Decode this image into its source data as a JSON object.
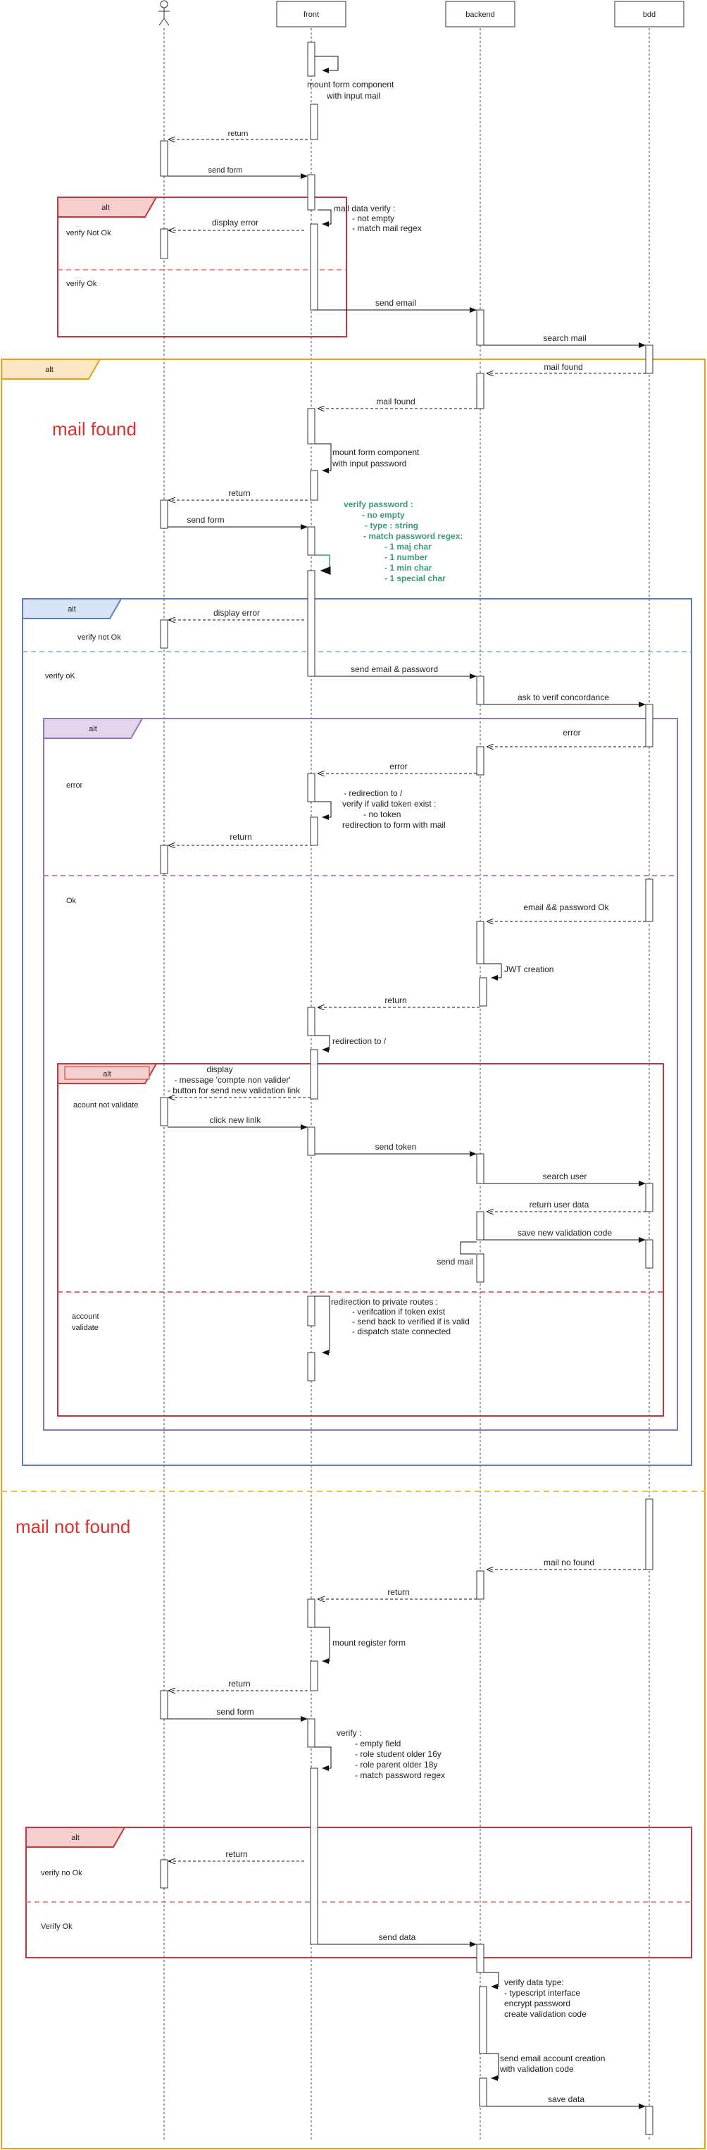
{
  "participants": {
    "actor": "",
    "front": "front",
    "backend": "backend",
    "bdd": "bdd"
  },
  "frames": {
    "alt": "alt",
    "verify_not_ok": "verify Not Ok",
    "verify_ok_1": "verify Ok",
    "mail_found": "mail found",
    "verify_not_ok_2": "verify not Ok",
    "verify_ok_2": "verify oK",
    "error": "error",
    "ok": "Ok",
    "account_not_validate": "acount  not validate",
    "account_validate_1": "account",
    "account_validate_2": "validate",
    "mail_not_found": "mail not found",
    "verify_no_ok": "verify no Ok",
    "verify_ok_3": "Verify Ok"
  },
  "messages": {
    "m1a": "mount form component",
    "m1b": "with input mail",
    "m2": "return",
    "m3": "send form",
    "m4a": "mail data verify :",
    "m4b": "- not empty",
    "m4c": "- match mail regex",
    "m5": "display error",
    "m6": "send email",
    "m7": "search mail",
    "m8": "mail found",
    "m9": "mail found",
    "m10a": "mount form component",
    "m10b": "with input password",
    "m11": "return",
    "m12": "send form",
    "vp1": "verify password :",
    "vp2": "- no empty",
    "vp3": "- type : string",
    "vp4": "- match password regex:",
    "vp5": "- 1 maj char",
    "vp6": "- 1 number",
    "vp7": "- 1 min char",
    "vp8": "- 1 special char",
    "m13": "display error",
    "m14": "send email  & password",
    "m15": "ask to verif concordance",
    "m16": "error",
    "m17": "error",
    "m18a": "- redirection to /",
    "m18b": "verify if valid token exist :",
    "m18c": "- no token",
    "m18d": "redirection to form with mail",
    "m19": "return",
    "m20": "email && password Ok",
    "m21": "JWT creation",
    "m22": "return",
    "m23": "redirection to /",
    "m24a": "display",
    "m24b": "- message 'compte non valider'",
    "m24c": "- button for send new validation link",
    "m25": "click new linlk",
    "m26": "send token",
    "m27": "search user",
    "m28": "return user data",
    "m29": "save new validation code",
    "m30": "send mail",
    "m31a": "redirection to private routes :",
    "m31b": "- verifcation if token exist",
    "m31c": "- send back to verified if is valid",
    "m31d": "- dispatch state connected",
    "m32": "mail no found",
    "m33": "return",
    "m34": "mount  register form",
    "m35": "return",
    "m36": "send form",
    "m37a": "verify :",
    "m37b": "- empty field",
    "m37c": "- role student older 16y",
    "m37d": "- role parent older 18y",
    "m37e": "- match password regex",
    "m38": "return",
    "m39": "send data",
    "m40a": "verify  data type:",
    "m40b": "- typescript interface",
    "m40c": "encrypt password",
    "m40d": "create validation code",
    "m41a": "send email  account creation",
    "m41b": "with validation code",
    "m42": "save data"
  },
  "colors": {
    "red": "#c0393b",
    "orange": "#e6a117",
    "blue": "#5b7dbb",
    "purple": "#9a73b5",
    "green": "#3a9a7a"
  }
}
